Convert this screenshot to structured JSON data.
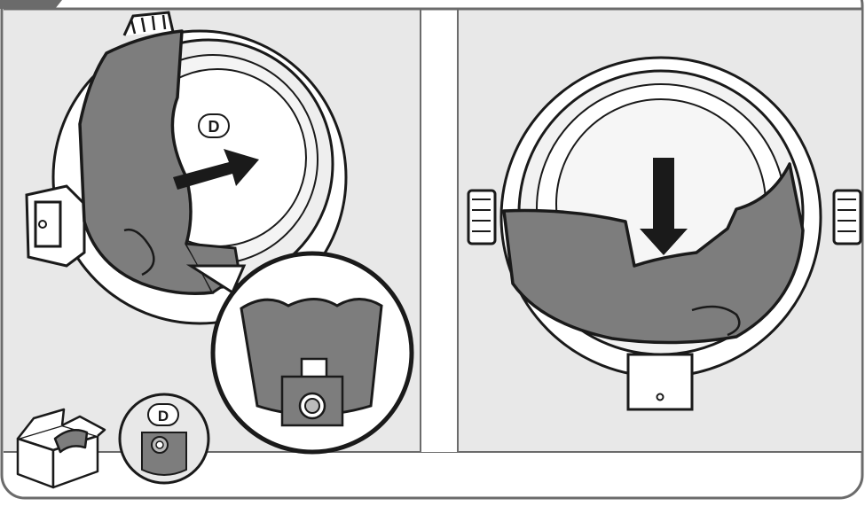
{
  "panels": [
    {
      "id": "step-insert-bag",
      "callout_label": "D",
      "arrow_direction": "right"
    },
    {
      "id": "step-press-down",
      "arrow_direction": "down"
    }
  ],
  "footer": {
    "box_icon": "open-box-icon",
    "part_label": "D"
  },
  "colors": {
    "panel_bg": "#e8e8e8",
    "bag_fill": "#7d7d7d",
    "outline": "#1a1a1a",
    "frame": "#6b6b6b",
    "white": "#ffffff"
  }
}
